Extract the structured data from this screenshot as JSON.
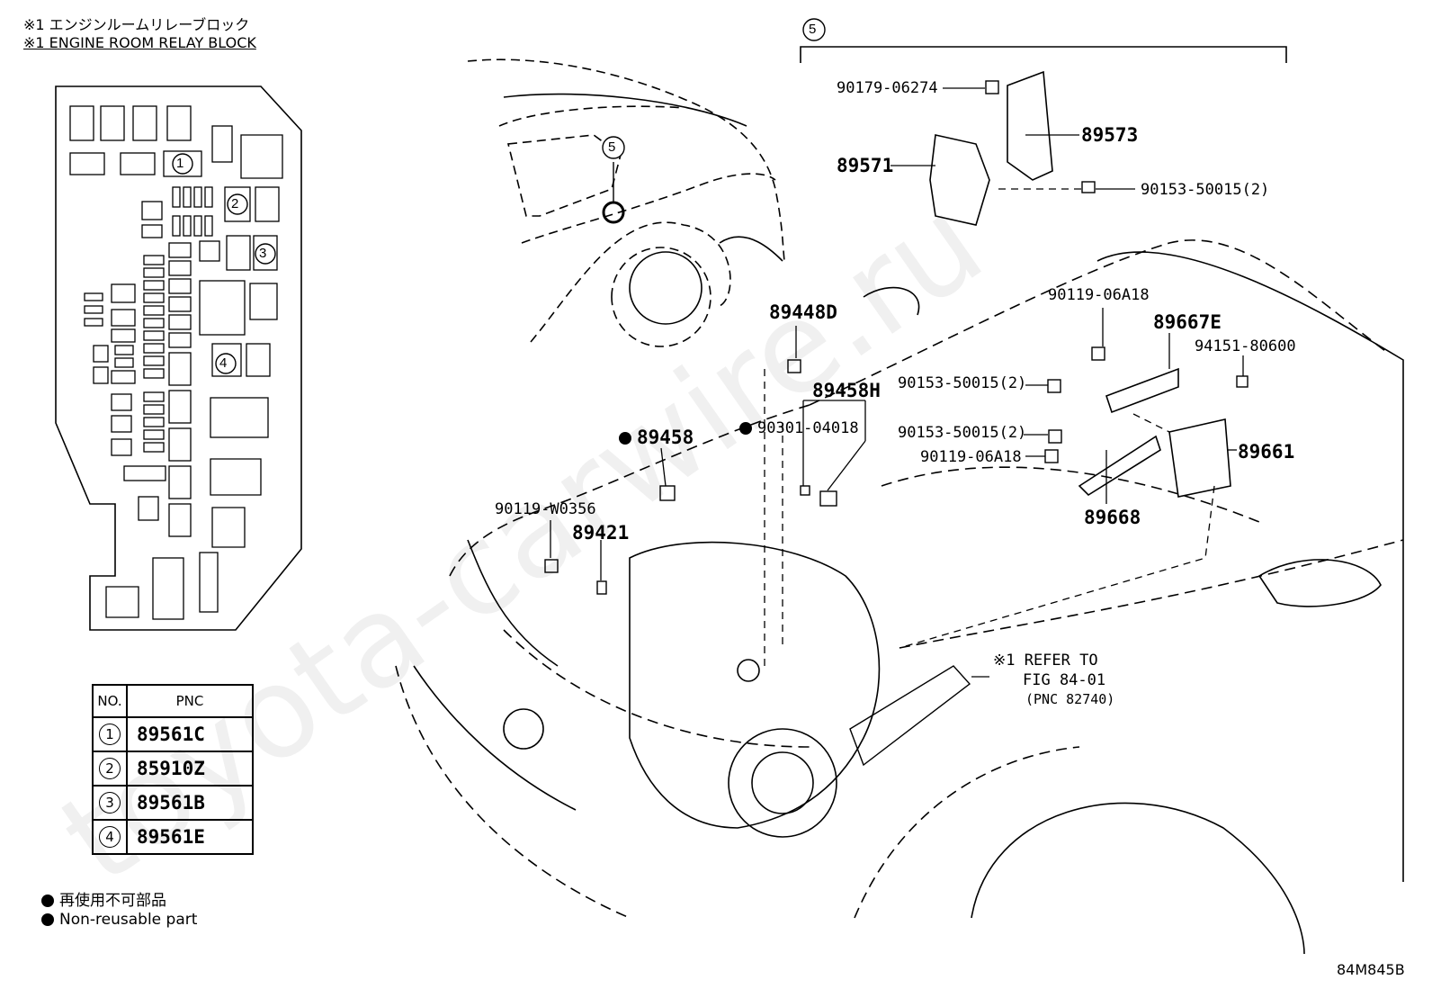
{
  "header": {
    "jp": "※1 エンジンルームリレーブロック",
    "en": "※1 ENGINE ROOM RELAY BLOCK"
  },
  "callout_top": "5",
  "callout_car": "5",
  "parts": {
    "p90179": "90179-06274",
    "p89573": "89573",
    "p89571": "89571",
    "p90153a": "90153-50015(2)",
    "p89448D": "89448D",
    "p89458H": "89458H",
    "p90119a": "90119-06A18",
    "p89667E": "89667E",
    "p94151": "94151-80600",
    "p90153b": "90153-50015(2)",
    "p90301": "90301-04018",
    "p89458": "89458",
    "p90153c": "90153-50015(2)",
    "p89661": "89661",
    "p90119b": "90119-06A18",
    "p89668": "89668",
    "p90119w": "90119-W0356",
    "p89421": "89421"
  },
  "refer": {
    "line1": "※1 REFER TO",
    "line2": "FIG 84-01",
    "line3": "(PNC 82740)"
  },
  "relay_markers": [
    "1",
    "2",
    "3",
    "4"
  ],
  "table": {
    "col_no": "NO.",
    "col_pnc": "PNC",
    "rows": [
      {
        "no": "1",
        "pnc": "89561C"
      },
      {
        "no": "2",
        "pnc": "85910Z"
      },
      {
        "no": "3",
        "pnc": "89561B"
      },
      {
        "no": "4",
        "pnc": "89561E"
      }
    ]
  },
  "legend": {
    "jp": "再使用不可部品",
    "en": "Non-reusable part"
  },
  "figure_code": "84M845B",
  "watermark": "toyota-carwire.ru"
}
